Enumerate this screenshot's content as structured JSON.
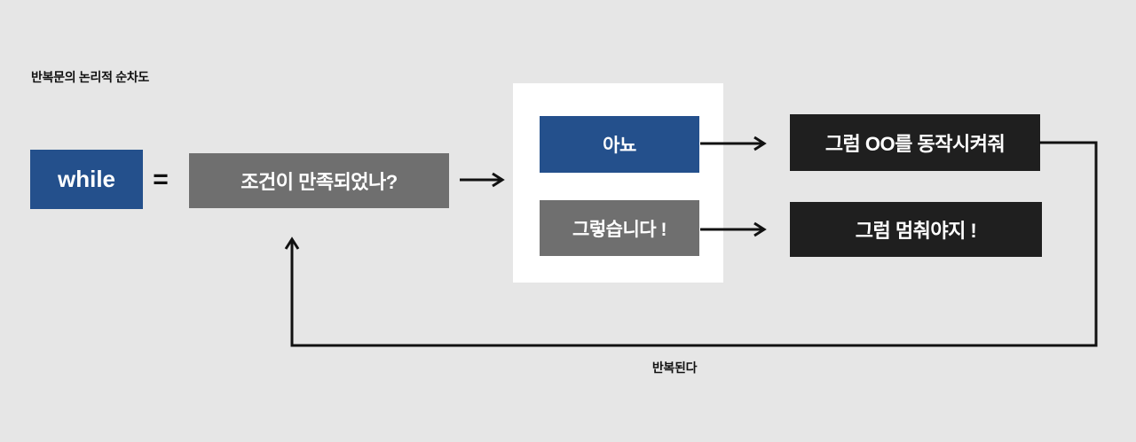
{
  "page": {
    "background_color": "#e6e6e6"
  },
  "diagram": {
    "title": "반복문의 논리적 순차도",
    "keyword_box": {
      "label": "while",
      "color": "#24508c",
      "text_color": "#ffffff"
    },
    "equals_sign": "=",
    "condition_box": {
      "label": "조건이 만족되었나?",
      "color": "#6f6f6f",
      "text_color": "#ffffff"
    },
    "decision_panel": {
      "background": "#ffffff",
      "no_box": {
        "label": "아뇨",
        "color": "#24508c",
        "text_color": "#ffffff"
      },
      "yes_box": {
        "label": "그렇습니다 !",
        "color": "#6f6f6f",
        "text_color": "#ffffff"
      }
    },
    "action_boxes": {
      "run_box": {
        "label": "그럼 OO를 동작시켜줘",
        "color": "#1f1f1f",
        "text_color": "#ffffff"
      },
      "stop_box": {
        "label": "그럼 멈춰야지 !",
        "color": "#1f1f1f",
        "text_color": "#ffffff"
      }
    },
    "loop_label": "반복된다",
    "arrow_color": "#111111"
  }
}
